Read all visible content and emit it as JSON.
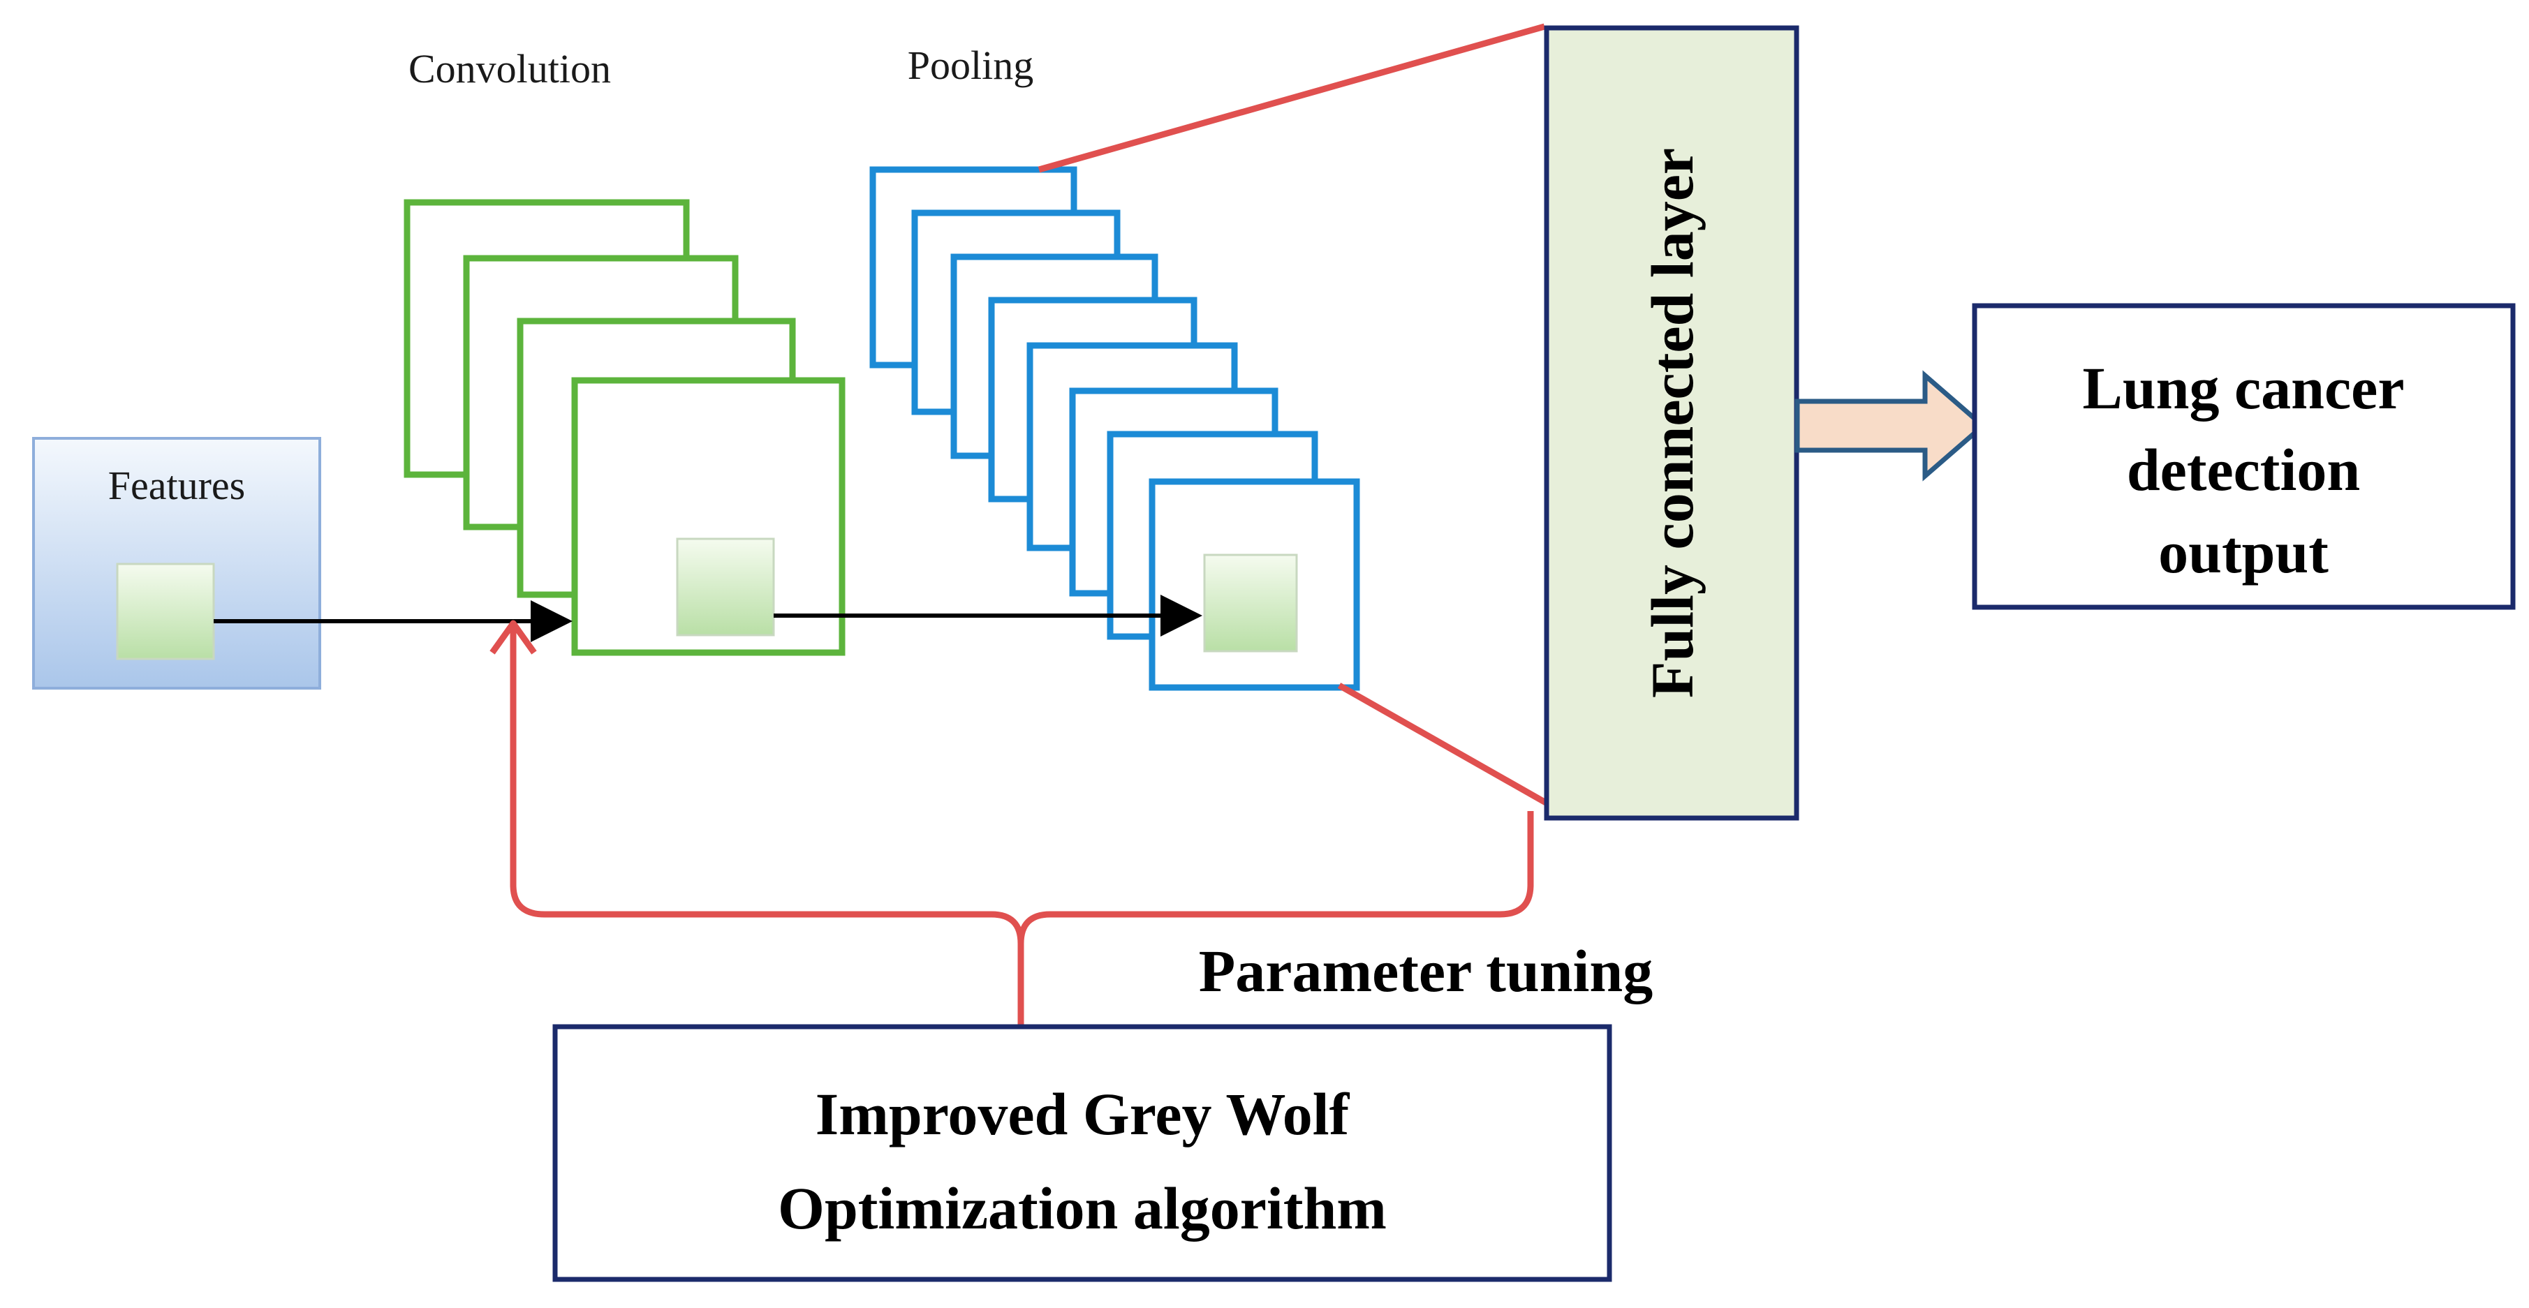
{
  "labels": {
    "features": "Features",
    "convolution": "Convolution",
    "pooling": "Pooling",
    "fully_connected": "Fully connected layer",
    "output_line1": "Lung cancer",
    "output_line2": "detection",
    "output_line3": "output",
    "parameter_tuning": "Parameter tuning",
    "optimizer_line1": "Improved Grey Wolf",
    "optimizer_line2": "Optimization algorithm"
  },
  "colors": {
    "convolution_frame": "#5cb43c",
    "pooling_frame": "#1c8bd6",
    "box_border": "#1b2a6b",
    "tuning_line": "#e0504f",
    "fc_fill": "#e7efda",
    "output_arrow_fill": "#f8dcc8",
    "output_arrow_stroke": "#2b5b86"
  }
}
